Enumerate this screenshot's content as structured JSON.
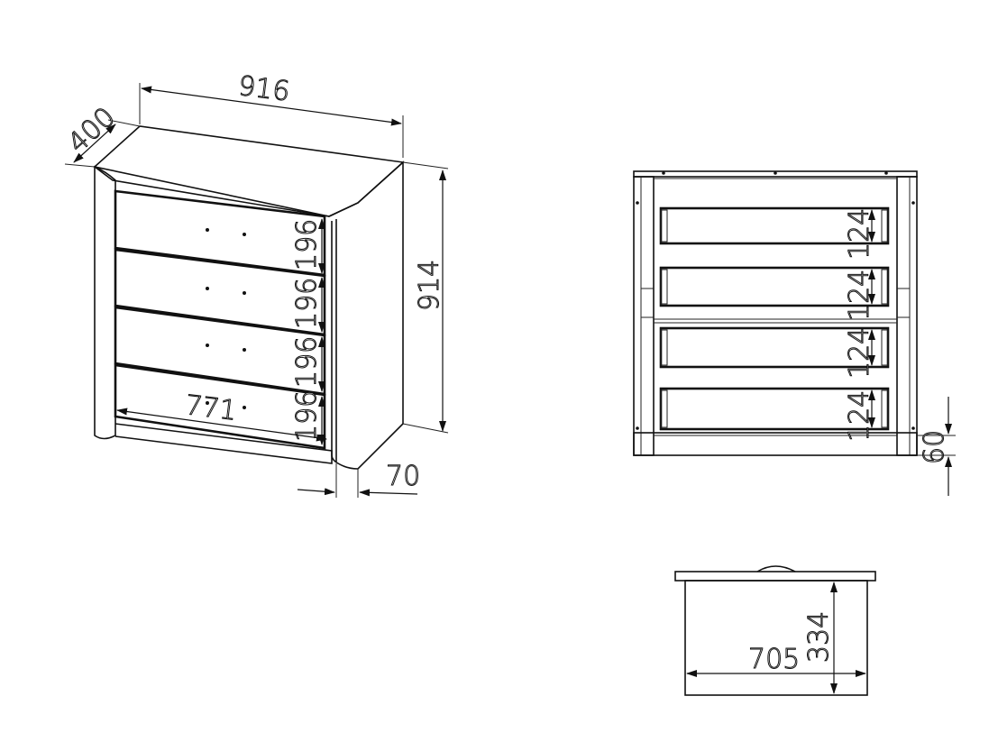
{
  "figure": {
    "views": {
      "front_perspective": {
        "width_label": "916",
        "depth_label": "400",
        "height_label": "914",
        "drawer_heights": [
          "196",
          "196",
          "196",
          "196"
        ],
        "drawer_width_label": "771",
        "side_panel_label": "70"
      },
      "internal_front": {
        "drawer_box_heights": [
          "124",
          "124",
          "124",
          "124"
        ],
        "base_label": "60"
      },
      "drawer_top": {
        "width_label": "705",
        "depth_label": "334"
      }
    }
  }
}
